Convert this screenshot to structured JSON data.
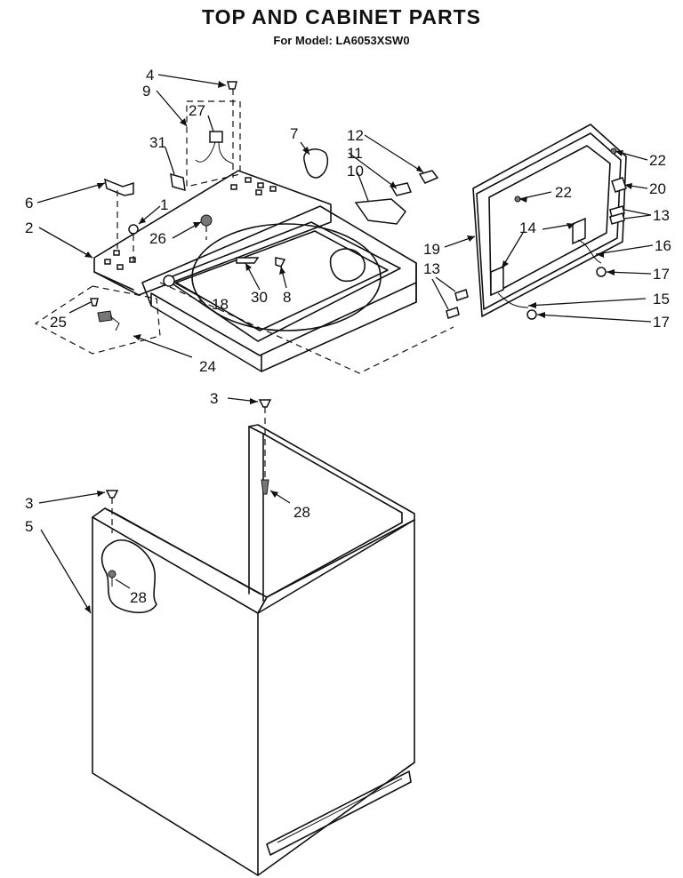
{
  "header": {
    "title": "TOP AND CABINET PARTS",
    "subtitle": "For Model: LA6053XSW0"
  },
  "callouts": [
    {
      "id": "c4",
      "label": "4"
    },
    {
      "id": "c9",
      "label": "9"
    },
    {
      "id": "c27",
      "label": "27"
    },
    {
      "id": "c31",
      "label": "31"
    },
    {
      "id": "c7",
      "label": "7"
    },
    {
      "id": "c12",
      "label": "12"
    },
    {
      "id": "c11",
      "label": "11"
    },
    {
      "id": "c10",
      "label": "10"
    },
    {
      "id": "c6",
      "label": "6"
    },
    {
      "id": "c1",
      "label": "1"
    },
    {
      "id": "c2",
      "label": "2"
    },
    {
      "id": "c26",
      "label": "26"
    },
    {
      "id": "c30",
      "label": "30"
    },
    {
      "id": "c8",
      "label": "8"
    },
    {
      "id": "c18",
      "label": "18"
    },
    {
      "id": "c25",
      "label": "25"
    },
    {
      "id": "c24",
      "label": "24"
    },
    {
      "id": "c22a",
      "label": "22"
    },
    {
      "id": "c22b",
      "label": "22"
    },
    {
      "id": "c20",
      "label": "20"
    },
    {
      "id": "c13a",
      "label": "13"
    },
    {
      "id": "c14",
      "label": "14"
    },
    {
      "id": "c19",
      "label": "19"
    },
    {
      "id": "c16",
      "label": "16"
    },
    {
      "id": "c13b",
      "label": "13"
    },
    {
      "id": "c17a",
      "label": "17"
    },
    {
      "id": "c15",
      "label": "15"
    },
    {
      "id": "c17b",
      "label": "17"
    },
    {
      "id": "c3a",
      "label": "3"
    },
    {
      "id": "c28a",
      "label": "28"
    },
    {
      "id": "c3b",
      "label": "3"
    },
    {
      "id": "c5",
      "label": "5"
    },
    {
      "id": "c28b",
      "label": "28"
    }
  ]
}
